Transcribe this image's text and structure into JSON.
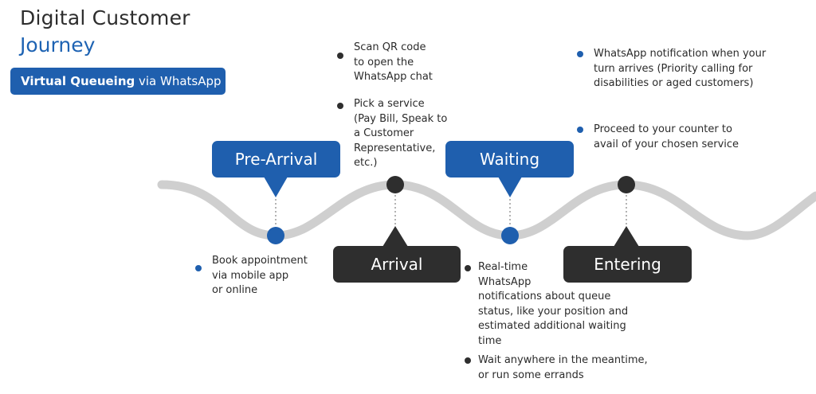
{
  "title": {
    "line1": "Digital Customer",
    "line2": "Journey"
  },
  "subtitle": {
    "bold": "Virtual Queueing",
    "rest": " via WhatsApp"
  },
  "stages": [
    {
      "label": "Pre-Arrival",
      "color": "#1f5fae"
    },
    {
      "label": "Arrival",
      "color": "#2e2e2e"
    },
    {
      "label": "Waiting",
      "color": "#1f5fae"
    },
    {
      "label": "Entering",
      "color": "#2e2e2e"
    }
  ],
  "notes": {
    "pre_arrival": [
      "Book appointment",
      "via mobile app",
      "or online"
    ],
    "arrival": [
      [
        "Scan QR code",
        "to open the",
        "WhatsApp chat"
      ],
      [
        "Pick a service",
        "(Pay Bill, Speak to",
        "a Customer",
        "Representative,",
        "etc.)"
      ]
    ],
    "waiting": [
      [
        "Real-time",
        "WhatsApp",
        "notifications about queue",
        "status, like your position and",
        "estimated additional waiting",
        "time"
      ],
      [
        "Wait anywhere in the meantime,",
        "or run some errands"
      ]
    ],
    "entering": [
      [
        "WhatsApp notification when your",
        "turn arrives (Priority calling for",
        "disabilities or aged customers)"
      ],
      [
        "Proceed to your counter to",
        "avail of your chosen service"
      ]
    ]
  },
  "colors": {
    "blue": "#1f5fae",
    "dark": "#2e2e2e",
    "wave": "#cfcfcf"
  }
}
